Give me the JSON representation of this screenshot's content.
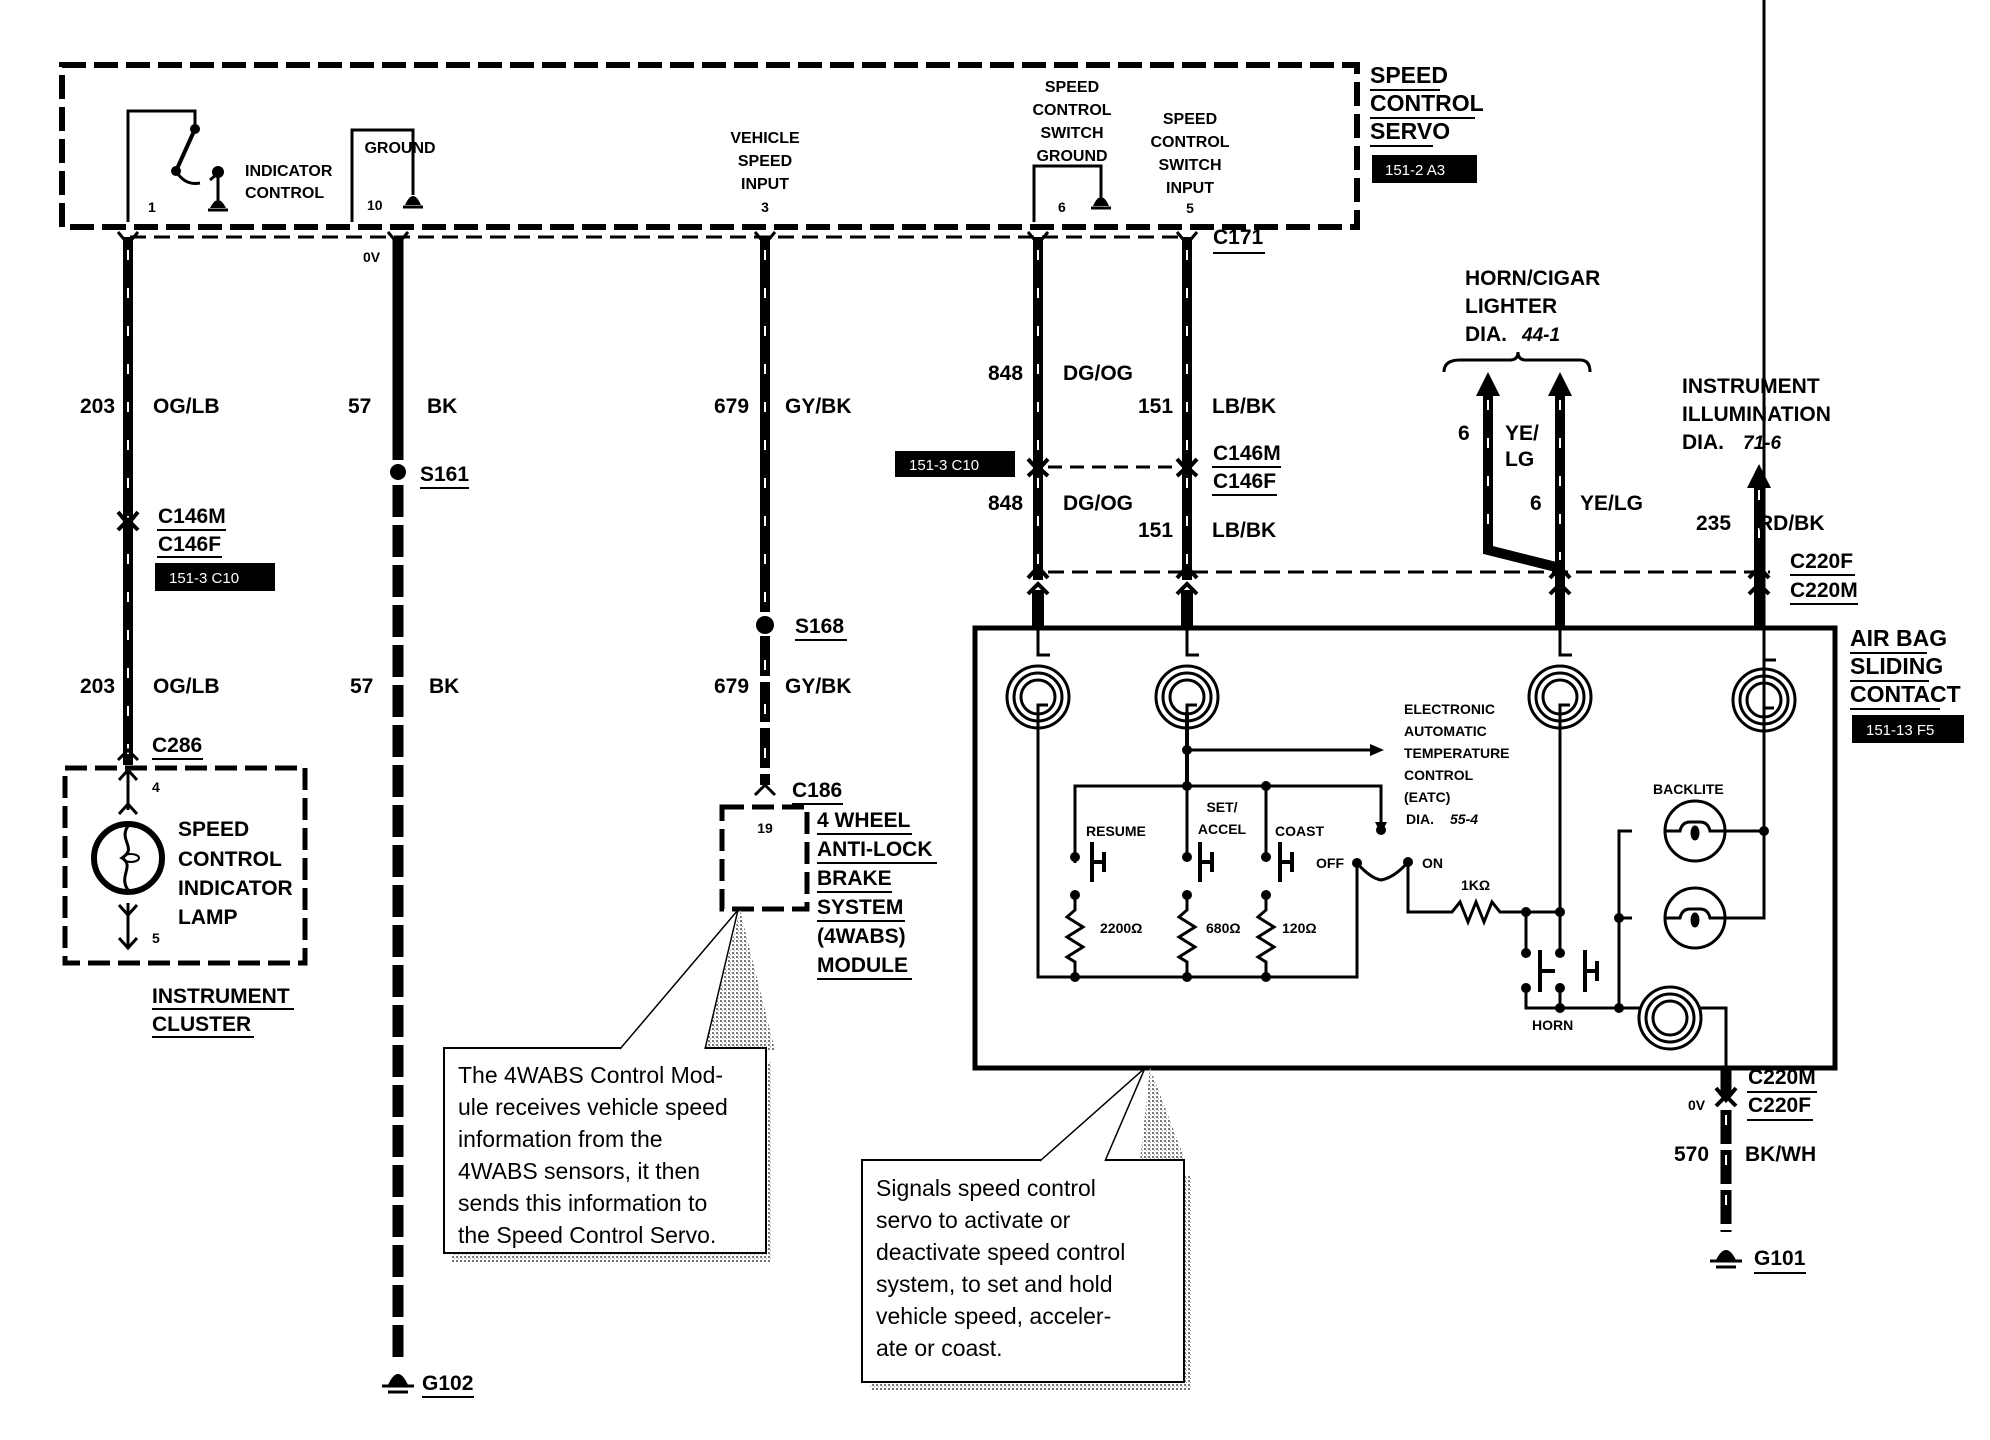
{
  "servo": {
    "title": [
      "SPEED",
      "CONTROL",
      "SERVO"
    ],
    "ref": "151-2 A3",
    "indicator_control": [
      "INDICATOR",
      "CONTROL"
    ],
    "ground": "GROUND",
    "vehicle_speed_input": [
      "VEHICLE",
      "SPEED",
      "INPUT"
    ],
    "switch_ground": [
      "SPEED",
      "CONTROL",
      "SWITCH",
      "GROUND"
    ],
    "switch_input": [
      "SPEED",
      "CONTROL",
      "SWITCH",
      "INPUT"
    ],
    "pins": {
      "indicator": "1",
      "ground": "10",
      "vehicle_speed": "3",
      "switch_ground": "6",
      "switch_input": "5"
    },
    "connector": "C171"
  },
  "wires": {
    "w203": {
      "circuit": "203",
      "color": "OG/LB"
    },
    "w57": {
      "circuit": "57",
      "color": "BK",
      "voltage": "0V"
    },
    "w679": {
      "circuit": "679",
      "color": "GY/BK"
    },
    "w848": {
      "circuit": "848",
      "color": "DG/OG"
    },
    "w151": {
      "circuit": "151",
      "color": "LB/BK"
    },
    "w6a": {
      "circuit": "6",
      "color_line1": "YE/",
      "color_line2": "LG"
    },
    "w6b": {
      "circuit": "6",
      "color": "YE/LG"
    },
    "w235": {
      "circuit": "235",
      "color": "RD/BK"
    },
    "w570": {
      "circuit": "570",
      "color": "BK/WH",
      "voltage": "0V"
    }
  },
  "connectors": {
    "c146m": "C146M",
    "c146f": "C146F",
    "c146_ref": "151-3 C10",
    "c286": "C286",
    "c186": "C186",
    "c220f": "C220F",
    "c220m": "C220M"
  },
  "splices": {
    "s161": "S161",
    "s168": "S168"
  },
  "grounds": {
    "g102": "G102",
    "g101": "G101"
  },
  "cluster": {
    "lamp": [
      "SPEED",
      "CONTROL",
      "INDICATOR",
      "LAMP"
    ],
    "pin_in": "4",
    "pin_out": "5",
    "title": [
      "INSTRUMENT",
      "CLUSTER"
    ]
  },
  "abs_module": {
    "pin": "19",
    "title": [
      "4 WHEEL",
      "ANTI-LOCK",
      "BRAKE",
      "SYSTEM",
      "(4WABS)",
      "MODULE"
    ]
  },
  "horn_ref": {
    "lines": [
      "HORN/CIGAR",
      "LIGHTER"
    ],
    "dia_label": "DIA.",
    "dia": "44-1"
  },
  "illum_ref": {
    "lines": [
      "INSTRUMENT",
      "ILLUMINATION"
    ],
    "dia_label": "DIA.",
    "dia": "71-6"
  },
  "airbag": {
    "title": [
      "AIR BAG",
      "SLIDING",
      "CONTACT"
    ],
    "ref": "151-13 F5",
    "eatc": [
      "ELECTRONIC",
      "AUTOMATIC",
      "TEMPERATURE",
      "CONTROL",
      "(EATC)"
    ],
    "eatc_dia_label": "DIA.",
    "eatc_dia": "55-4",
    "switches": {
      "resume": "RESUME",
      "set": "SET/",
      "accel": "ACCEL",
      "coast": "COAST",
      "off": "OFF",
      "on": "ON"
    },
    "resistors": {
      "r_resume": "2200Ω",
      "r_set": "680Ω",
      "r_coast": "120Ω",
      "r_1k": "1KΩ"
    },
    "backlite": "BACKLITE",
    "horn": "HORN"
  },
  "notes": {
    "abs_note": [
      "The 4WABS Control Mod-",
      "ule receives vehicle speed",
      "information from the",
      "4WABS sensors, it then",
      "sends this information to",
      "the Speed Control Servo."
    ],
    "switch_note": [
      "Signals speed control",
      "servo to activate or",
      "deactivate speed control",
      "system, to set and hold",
      "vehicle speed, acceler-",
      "ate or coast."
    ]
  }
}
